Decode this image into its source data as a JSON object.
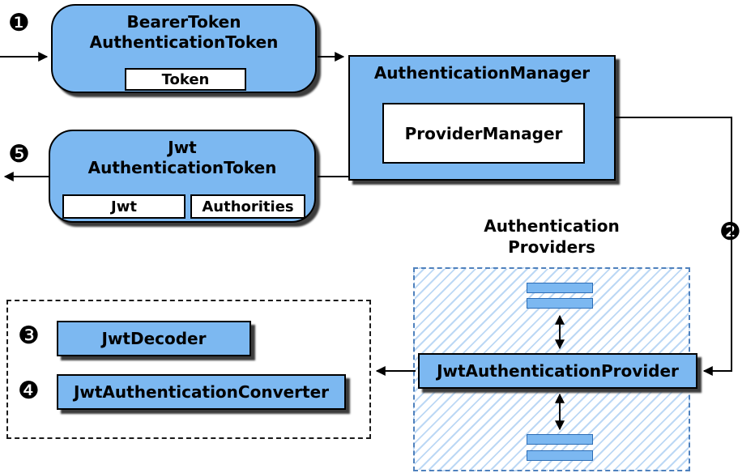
{
  "colors": {
    "node_fill": "#7cb8f1",
    "hatch_line": "#bcd8f5",
    "outline": "#000000",
    "providers_dashed_border": "#4f81bd",
    "group_dashed_border": "#1a1a1a",
    "shadow": "#3c3c3c"
  },
  "badges": {
    "step1": "❶",
    "step2": "❷",
    "step3": "❸",
    "step4": "❹",
    "step5": "❺"
  },
  "nodes": {
    "bearer_token": {
      "title": "BearerToken\nAuthenticationToken",
      "token_label": "Token"
    },
    "authentication_manager": {
      "title": "AuthenticationManager",
      "provider_manager_label": "ProviderManager"
    },
    "jwt_authentication_token": {
      "title": "Jwt\nAuthenticationToken",
      "jwt_label": "Jwt",
      "authorities_label": "Authorities"
    },
    "providers": {
      "group_title": "Authentication\nProviders",
      "provider_label": "JwtAuthenticationProvider"
    },
    "decoder_group": {
      "jwt_decoder_label": "JwtDecoder",
      "jwt_converter_label": "JwtAuthenticationConverter"
    }
  }
}
